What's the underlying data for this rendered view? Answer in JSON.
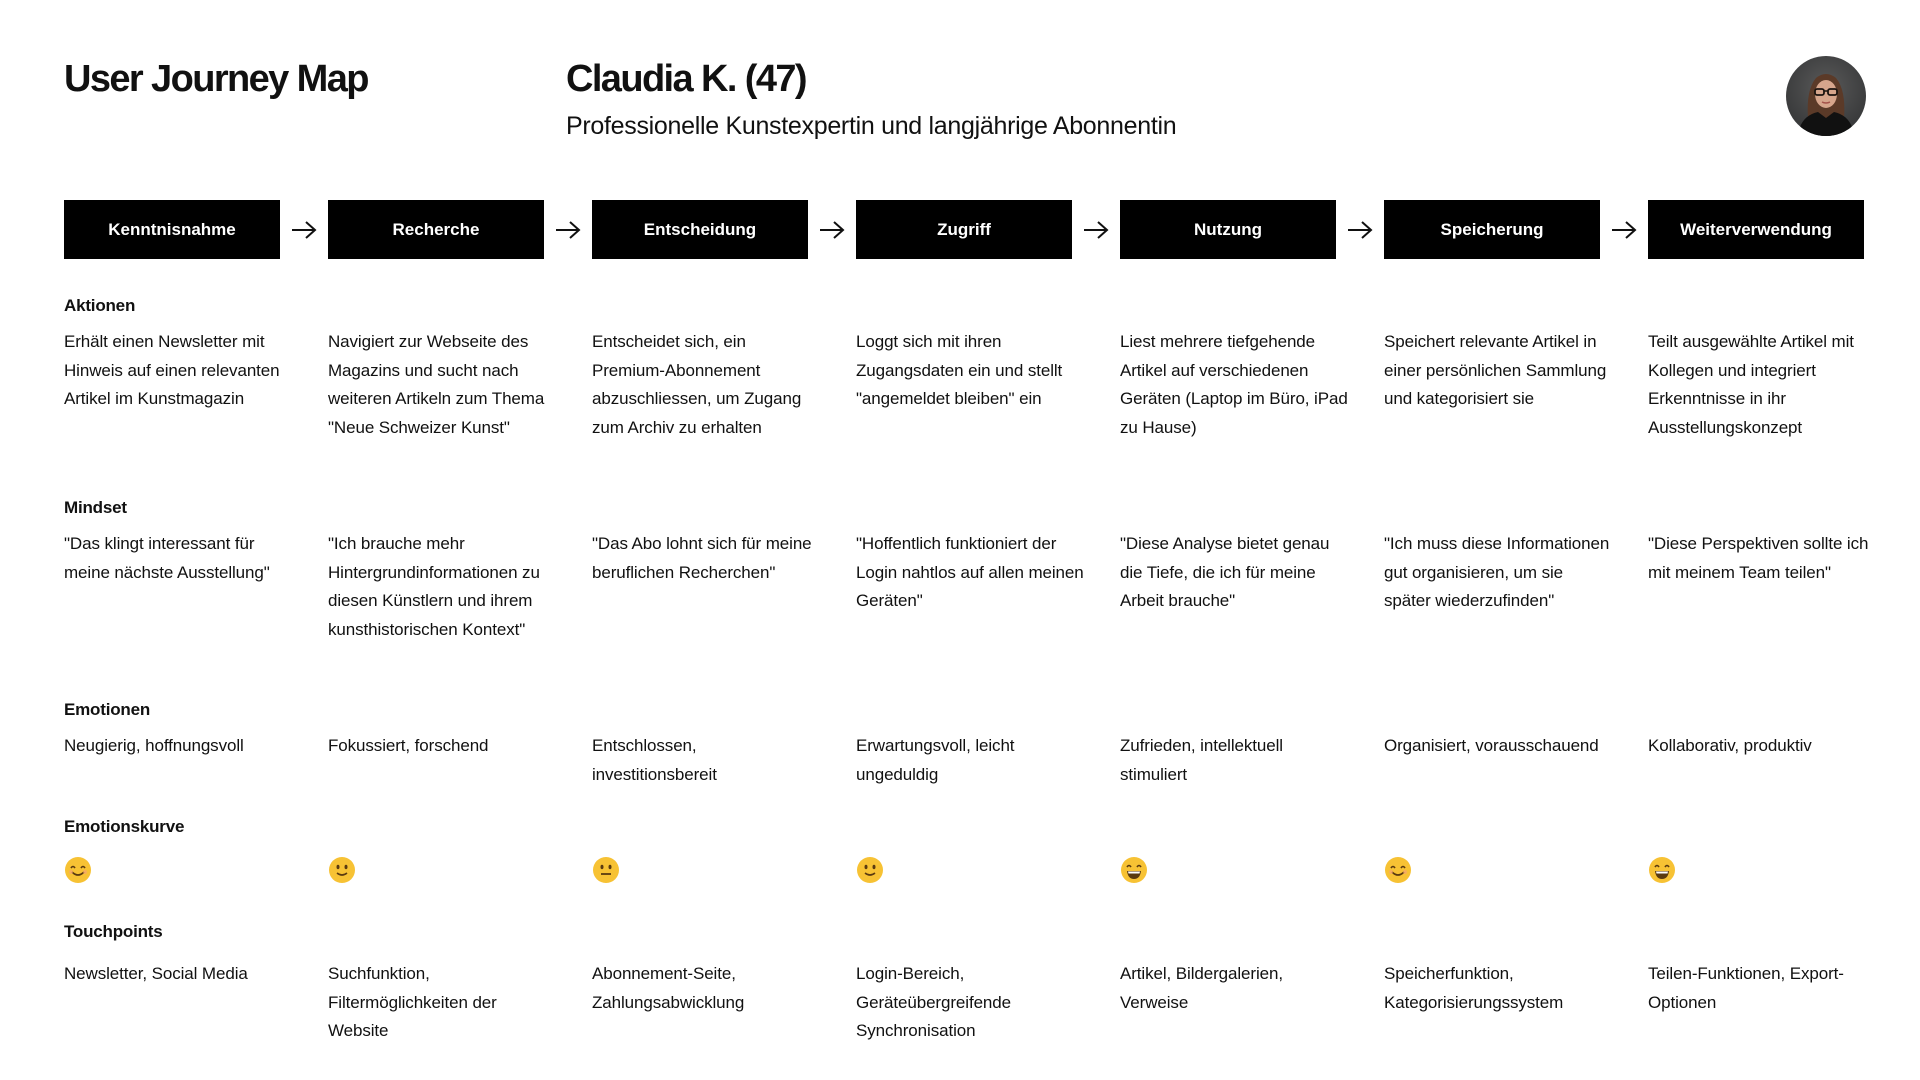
{
  "header": {
    "title": "User Journey Map",
    "persona_name": "Claudia K. (47)",
    "persona_role": "Professionelle Kunstexpertin und langjährige Abonnentin",
    "avatar": "persona-photo"
  },
  "stages": [
    {
      "label": "Kenntnisnahme"
    },
    {
      "label": "Recherche"
    },
    {
      "label": "Entscheidung"
    },
    {
      "label": "Zugriff"
    },
    {
      "label": "Nutzung"
    },
    {
      "label": "Speicherung"
    },
    {
      "label": "Weiterverwendung"
    }
  ],
  "arrow_icon": "arrow-right-icon",
  "sections": {
    "aktionen": {
      "label": "Aktionen",
      "items": [
        "Erhält einen Newsletter mit Hinweis auf einen relevanten Artikel im Kunstmagazin",
        "Navigiert zur Webseite des Magazins und sucht nach weiteren Artikeln zum Thema \"Neue Schweizer Kunst\"",
        "Entscheidet sich, ein Premium-Abonnement abzuschliessen, um Zugang zum Archiv zu erhalten",
        "Loggt sich mit ihren Zugangsdaten ein und stellt \"angemeldet bleiben\" ein",
        "Liest mehrere tiefgehende Artikel auf verschiedenen Geräten (Laptop im Büro, iPad zu Hause)",
        "Speichert relevante Artikel in einer persönlichen Sammlung und kategorisiert sie",
        "Teilt ausgewählte Artikel mit Kollegen und integriert Erkenntnisse in ihr Ausstellungskonzept"
      ]
    },
    "mindset": {
      "label": "Mindset",
      "items": [
        "\"Das klingt interessant für meine nächste Ausstellung\"",
        "\"Ich brauche mehr Hintergrundinformationen zu diesen Künstlern und ihrem kunsthistorischen Kontext\"",
        "\"Das Abo lohnt sich für meine beruflichen Recherchen\"",
        "\"Hoffentlich funktioniert der Login nahtlos auf allen meinen Geräten\"",
        "\"Diese Analyse bietet genau die Tiefe, die ich für meine Arbeit brauche\"",
        "\"Ich muss diese Informationen gut organisieren, um sie später wiederzufinden\"",
        "\"Diese Perspektiven sollte ich mit meinem Team teilen\""
      ]
    },
    "emotionen": {
      "label": "Emotionen",
      "items": [
        "Neugierig, hoffnungsvoll",
        "Fokussiert, forschend",
        "Entschlossen, investitionsbereit",
        "Erwartungsvoll, leicht ungeduldig",
        "Zufrieden, intellektuell stimuliert",
        "Organisiert, vorausschauend",
        "Kollaborativ, produktiv"
      ]
    },
    "emotionskurve": {
      "label": "Emotionskurve",
      "items": [
        {
          "icon": "smiling-eyes-emoji",
          "mood": "happy"
        },
        {
          "icon": "slight-smile-emoji",
          "mood": "content"
        },
        {
          "icon": "neutral-face-emoji",
          "mood": "neutral"
        },
        {
          "icon": "slight-smile-emoji",
          "mood": "content"
        },
        {
          "icon": "grinning-emoji",
          "mood": "very-happy"
        },
        {
          "icon": "smiling-eyes-emoji",
          "mood": "happy"
        },
        {
          "icon": "grinning-emoji",
          "mood": "very-happy"
        }
      ]
    },
    "touchpoints": {
      "label": "Touchpoints",
      "items": [
        "Newsletter, Social Media",
        "Suchfunktion, Filtermöglichkeiten der Website",
        "Abonnement-Seite, Zahlungsabwicklung",
        "Login-Bereich, Geräteübergreifende Synchronisation",
        "Artikel, Bildergalerien, Verweise",
        "Speicherfunktion, Kategorisierungssystem",
        "Teilen-Funktionen, Export-Optionen"
      ]
    }
  },
  "colors": {
    "stage_bg": "#000000",
    "stage_text": "#ffffff",
    "text": "#111111",
    "emoji": "#f7c234"
  }
}
